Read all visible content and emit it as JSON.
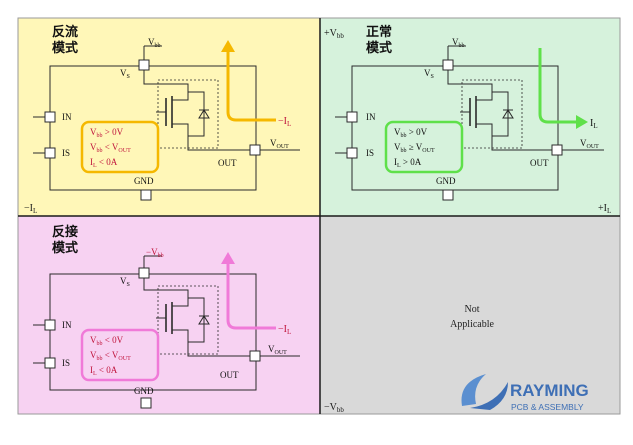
{
  "axes": {
    "top": "+V",
    "top_sub": "bb",
    "bottom": "−V",
    "bottom_sub": "bb",
    "left": "−I",
    "left_sub": "L",
    "right": "+I",
    "right_sub": "L"
  },
  "quadrants": {
    "reverse_current": {
      "title_line1": "反流",
      "title_line2": "模式",
      "vbb": "V",
      "vbb_sub": "bb",
      "vs": "V",
      "vs_sub": "S",
      "in": "IN",
      "is": "IS",
      "gnd": "GND",
      "out": "OUT",
      "vout": "V",
      "vout_sub": "OUT",
      "current": "−I",
      "current_sub": "L",
      "cond1": "V",
      "cond1_sub": "bb",
      "cond1_rest": " > 0V",
      "cond2": "V",
      "cond2_sub": "bb",
      "cond2_mid": " < V",
      "cond2_sub2": "OUT",
      "cond3": "I",
      "cond3_sub": "L",
      "cond3_rest": "  < 0A",
      "accent": "#f5b800",
      "bg": "#fff7b8"
    },
    "normal": {
      "title_line1": "正常",
      "title_line2": "模式",
      "vbb": "V",
      "vbb_sub": "bb",
      "vs": "V",
      "vs_sub": "S",
      "in": "IN",
      "is": "IS",
      "gnd": "GND",
      "out": "OUT",
      "vout": "V",
      "vout_sub": "OUT",
      "current": "I",
      "current_sub": "L",
      "cond1": "V",
      "cond1_sub": "bb",
      "cond1_rest": " > 0V",
      "cond2": "V",
      "cond2_sub": "bb",
      "cond2_mid": " ≥ V",
      "cond2_sub2": "OUT",
      "cond3": "I",
      "cond3_sub": "L",
      "cond3_rest": "  > 0A",
      "accent": "#5fe04a",
      "bg": "#d6f2dc"
    },
    "reverse_battery": {
      "title_line1": "反接",
      "title_line2": "模式",
      "vbb": "−V",
      "vbb_sub": "bb",
      "vs": "V",
      "vs_sub": "S",
      "in": "IN",
      "is": "IS",
      "gnd": "GND",
      "out": "OUT",
      "vout": "V",
      "vout_sub": "OUT",
      "current": "−I",
      "current_sub": "L",
      "cond1": "V",
      "cond1_sub": "bb",
      "cond1_rest": " < 0V",
      "cond2": "V",
      "cond2_sub": "bb",
      "cond2_mid": " < V",
      "cond2_sub2": "OUT",
      "cond3": "I",
      "cond3_sub": "L",
      "cond3_rest": "  < 0A",
      "accent": "#f07ad8",
      "bg": "#f7d2f2"
    },
    "not_applicable": {
      "line1": "Not",
      "line2": "Applicable",
      "bg": "#d9d9d9"
    }
  },
  "logo": {
    "name": "RAYMING",
    "tagline": "PCB & ASSEMBLY",
    "color": "#3e6fb5"
  },
  "colors": {
    "condition_text": "#c0143c",
    "line": "#2b2b2b"
  }
}
